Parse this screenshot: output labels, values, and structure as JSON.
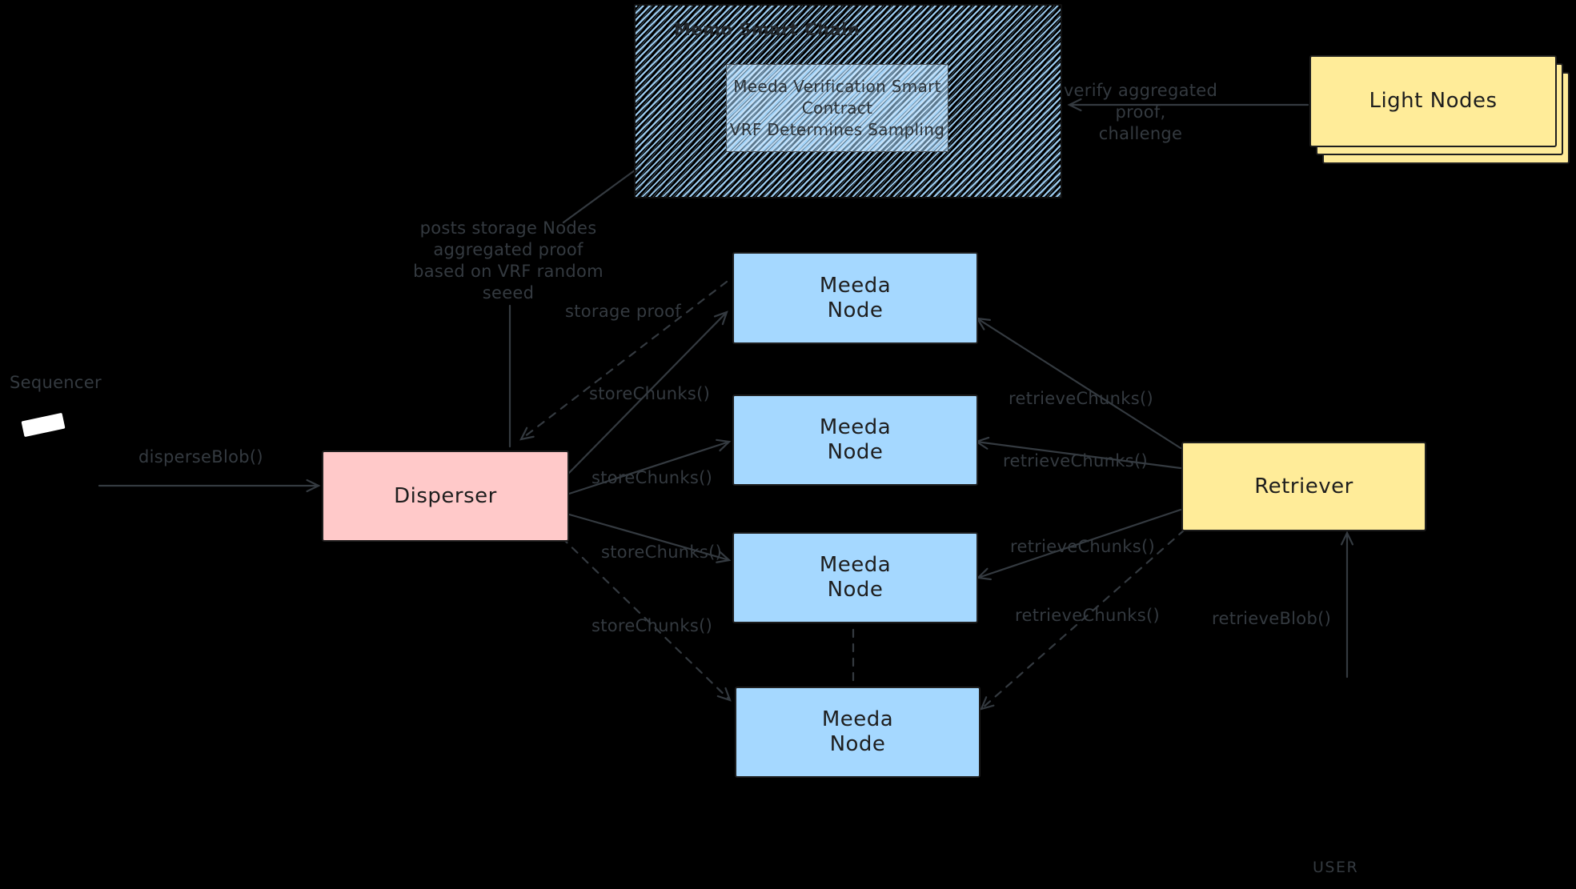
{
  "chain": {
    "label": "Memo Smart Chain",
    "contract": {
      "lines": [
        "Meeda Verification Smart",
        "Contract",
        "VRF Determines Sampling"
      ]
    }
  },
  "light_nodes": {
    "label": "Light Nodes"
  },
  "sequencer": {
    "label": "Sequencer"
  },
  "disperser": {
    "label": "Disperser"
  },
  "meeda_nodes": [
    {
      "lines": [
        "Meeda",
        "Node"
      ]
    },
    {
      "lines": [
        "Meeda",
        "Node"
      ]
    },
    {
      "lines": [
        "Meeda",
        "Node"
      ]
    },
    {
      "lines": [
        "Meeda",
        "Node"
      ]
    }
  ],
  "retriever": {
    "label": "Retriever"
  },
  "user": {
    "label": "USER"
  },
  "edge_labels": {
    "disperse_blob": "disperseBlob()",
    "posts_proof_lines": [
      "posts storage Nodes",
      "aggregated proof",
      "based on VRF random",
      "seeed"
    ],
    "storage_proof": "storage proof",
    "store_chunks": [
      "storeChunks()",
      "storeChunks()",
      "storeChunks()",
      "storeChunks()"
    ],
    "retrieve_chunks": [
      "retrieveChunks()",
      "retrieveChunks()",
      "retrieveChunks()",
      "retrieveChunks()"
    ],
    "verify_lines": [
      "verify aggregated proof,",
      "challenge"
    ],
    "retrieve_blob": "retrieveBlob()"
  },
  "colors": {
    "background": "#000000",
    "node_blue": "#a5d8ff",
    "disperser_pink": "#ffc9c9",
    "yellow": "#ffec99",
    "border": "#1e1e1e",
    "label_gray": "#343a40"
  }
}
